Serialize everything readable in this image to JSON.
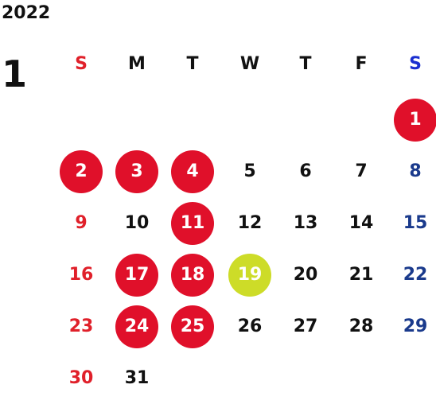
{
  "year": "2022",
  "month": "1",
  "colors": {
    "sunday": "#e0202a",
    "saturday": "#1a3a8c",
    "saturday_header": "#1a2fd0",
    "holiday_circle": "#e0102a",
    "today_circle": "#cddc28",
    "text": "#111111"
  },
  "weekdays": [
    "S",
    "M",
    "T",
    "W",
    "T",
    "F",
    "S"
  ],
  "days": [
    {
      "day": "1",
      "col": 6,
      "week": 0,
      "mark": "holiday"
    },
    {
      "day": "2",
      "col": 0,
      "week": 1,
      "mark": "holiday"
    },
    {
      "day": "3",
      "col": 1,
      "week": 1,
      "mark": "holiday"
    },
    {
      "day": "4",
      "col": 2,
      "week": 1,
      "mark": "holiday"
    },
    {
      "day": "5",
      "col": 3,
      "week": 1,
      "mark": ""
    },
    {
      "day": "6",
      "col": 4,
      "week": 1,
      "mark": ""
    },
    {
      "day": "7",
      "col": 5,
      "week": 1,
      "mark": ""
    },
    {
      "day": "8",
      "col": 6,
      "week": 1,
      "mark": ""
    },
    {
      "day": "9",
      "col": 0,
      "week": 2,
      "mark": ""
    },
    {
      "day": "10",
      "col": 1,
      "week": 2,
      "mark": ""
    },
    {
      "day": "11",
      "col": 2,
      "week": 2,
      "mark": "holiday"
    },
    {
      "day": "12",
      "col": 3,
      "week": 2,
      "mark": ""
    },
    {
      "day": "13",
      "col": 4,
      "week": 2,
      "mark": ""
    },
    {
      "day": "14",
      "col": 5,
      "week": 2,
      "mark": ""
    },
    {
      "day": "15",
      "col": 6,
      "week": 2,
      "mark": ""
    },
    {
      "day": "16",
      "col": 0,
      "week": 3,
      "mark": ""
    },
    {
      "day": "17",
      "col": 1,
      "week": 3,
      "mark": "holiday"
    },
    {
      "day": "18",
      "col": 2,
      "week": 3,
      "mark": "holiday"
    },
    {
      "day": "19",
      "col": 3,
      "week": 3,
      "mark": "today"
    },
    {
      "day": "20",
      "col": 4,
      "week": 3,
      "mark": ""
    },
    {
      "day": "21",
      "col": 5,
      "week": 3,
      "mark": ""
    },
    {
      "day": "22",
      "col": 6,
      "week": 3,
      "mark": ""
    },
    {
      "day": "23",
      "col": 0,
      "week": 4,
      "mark": ""
    },
    {
      "day": "24",
      "col": 1,
      "week": 4,
      "mark": "holiday"
    },
    {
      "day": "25",
      "col": 2,
      "week": 4,
      "mark": "holiday"
    },
    {
      "day": "26",
      "col": 3,
      "week": 4,
      "mark": ""
    },
    {
      "day": "27",
      "col": 4,
      "week": 4,
      "mark": ""
    },
    {
      "day": "28",
      "col": 5,
      "week": 4,
      "mark": ""
    },
    {
      "day": "29",
      "col": 6,
      "week": 4,
      "mark": ""
    },
    {
      "day": "30",
      "col": 0,
      "week": 5,
      "mark": ""
    },
    {
      "day": "31",
      "col": 1,
      "week": 5,
      "mark": ""
    }
  ]
}
